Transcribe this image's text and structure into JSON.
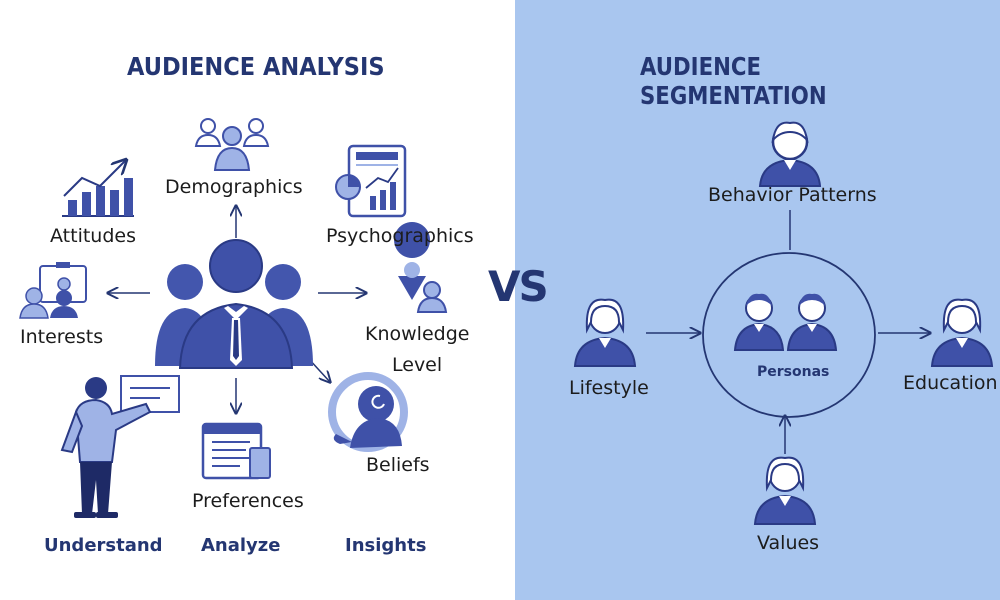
{
  "left": {
    "title": "AUDIENCE ANALYSIS",
    "nodes": {
      "demographics": "Demographics",
      "psychographics": "Psychographics",
      "attitudes": "Attitudes",
      "interests": "Interests",
      "knowledge_line1": "Knowledge",
      "knowledge_line2": "Level",
      "beliefs": "Beliefs",
      "preferences": "Preferences"
    },
    "footer": {
      "understand": "Understand",
      "analyze": "Analyze",
      "insights": "Insights"
    }
  },
  "divider": "VS",
  "right": {
    "title": "AUDIENCE SEGMENTATION",
    "nodes": {
      "behavior": "Behavior Patterns",
      "lifestyle": "Lifestyle",
      "personas": "Personas",
      "education": "Education",
      "values": "Values"
    }
  },
  "colors": {
    "primary": "#3f51a8",
    "dark": "#243672",
    "light_bg": "#a9c6ef",
    "icon_light": "#9fb3e6"
  }
}
